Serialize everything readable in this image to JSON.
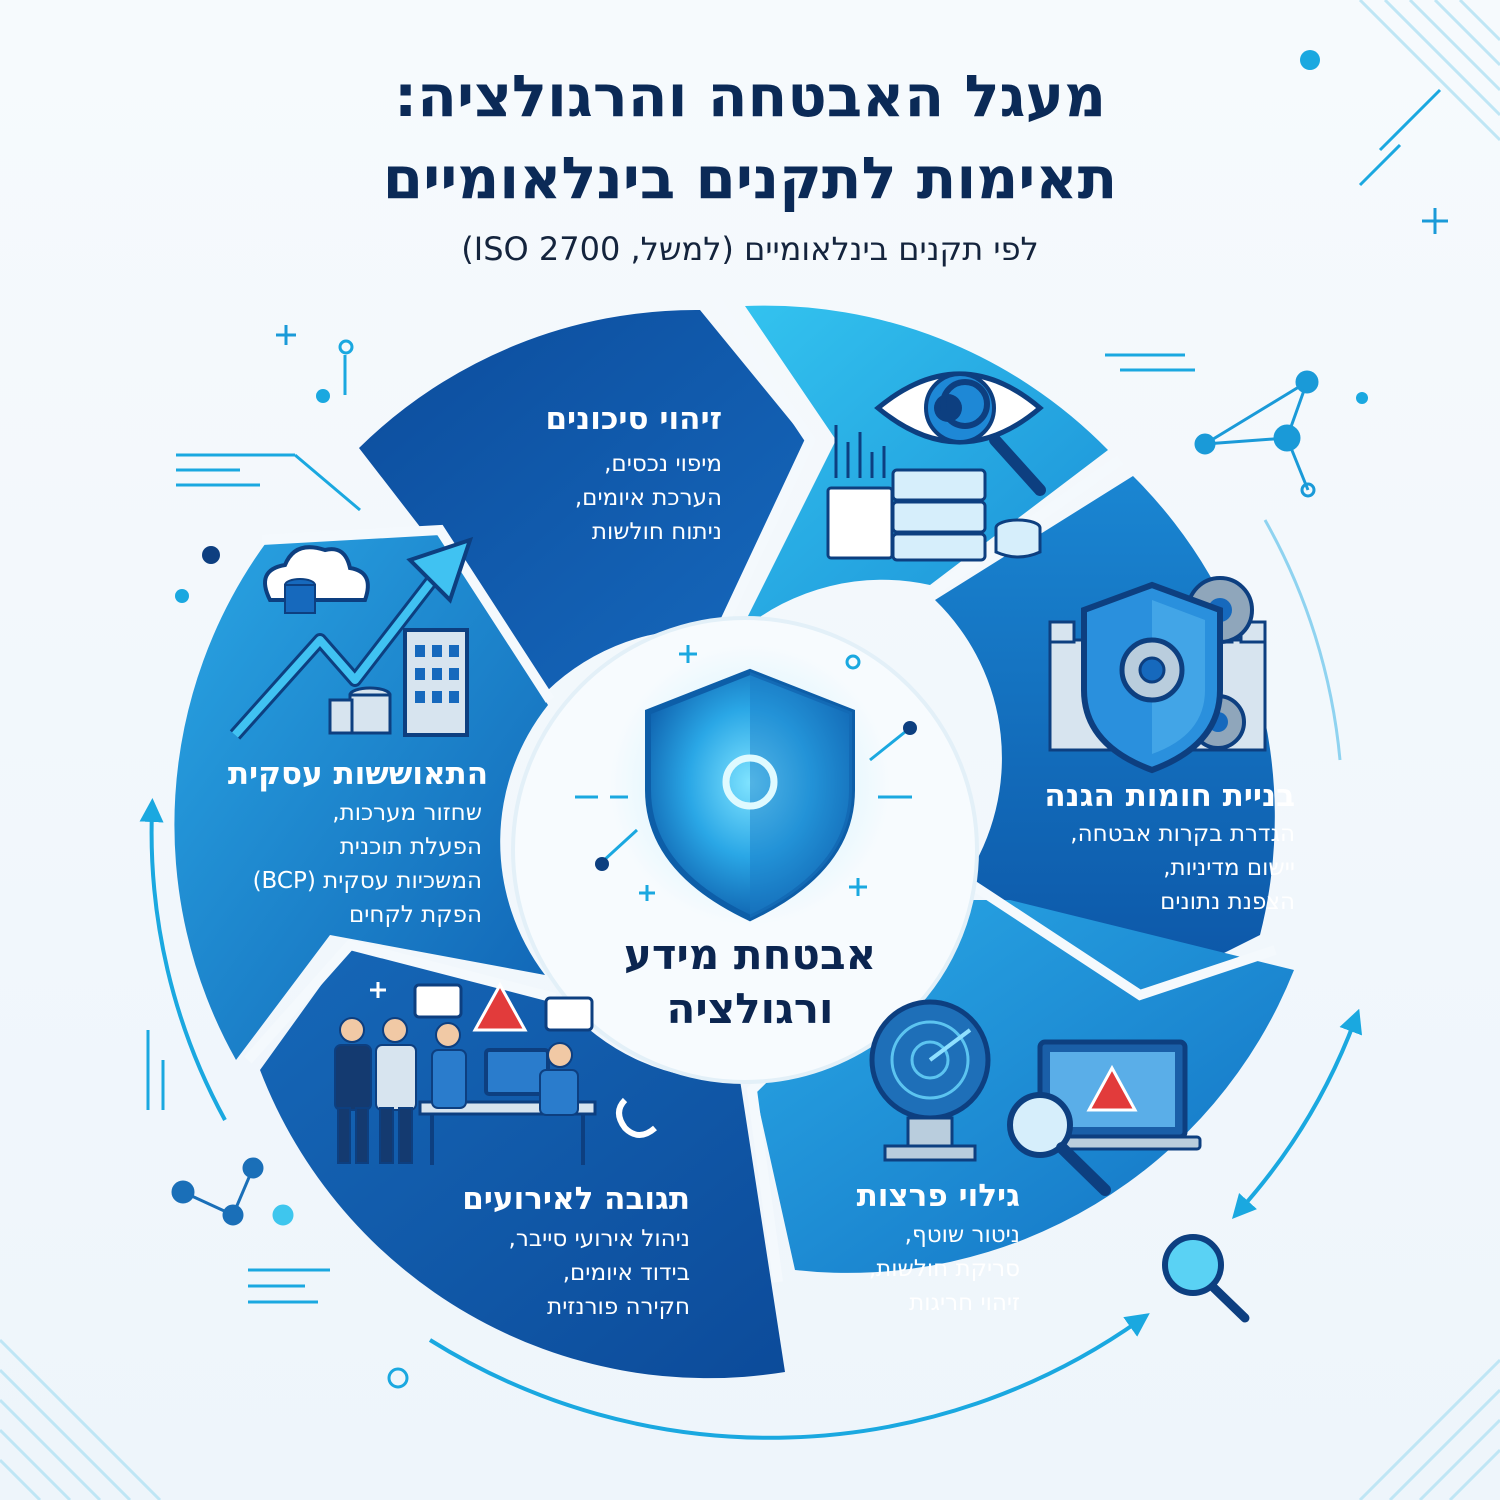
{
  "header": {
    "title_line1": "מעגל האבטחה והרגולציה:",
    "title_line2": "תאימות לתקנים בינלאומיים",
    "subtitle": "לפי תקנים בינלאומיים (למשל, ISO 2700)"
  },
  "center": {
    "line1": "אבטחת מידע",
    "line2": "ורגולציה",
    "icon": "shield-icon"
  },
  "segments": [
    {
      "id": "risk",
      "title": "זיהוי סיכונים",
      "items": [
        "מיפוי נכסים,",
        "הערכת איומים,",
        "ניתוח חולשות"
      ],
      "illustration": "eye-magnifier-servers-icon"
    },
    {
      "id": "defense",
      "title": "בניית חומות הגנה",
      "items": [
        "הגדרת בקרות אבטחה,",
        "יישום מדיניות,",
        "הצפנת נתונים"
      ],
      "illustration": "shield-gear-castle-icon"
    },
    {
      "id": "detection",
      "title": "גילוי פרצות",
      "items": [
        "ניטור שוטף,",
        "סריקת חולשות,",
        "זיהוי חריגות"
      ],
      "illustration": "radar-laptop-alert-icon"
    },
    {
      "id": "response",
      "title": "תגובה לאירועים",
      "items": [
        "ניהול אירועי סייבר,",
        "בידוד איומים,",
        "חקירה פורנזית"
      ],
      "illustration": "response-team-icon"
    },
    {
      "id": "recovery",
      "title": "התאוששות עסקית",
      "items": [
        "שחזור מערכות,",
        "הפעלת תוכנית",
        "המשכיות עסקית (BCP)",
        "הפקת לקחים"
      ],
      "illustration": "cloud-growth-buildings-icon"
    }
  ],
  "colors": {
    "title": "#0b2a57",
    "dark_blue": "#0d4fa0",
    "mid_blue": "#1677c8",
    "light_blue": "#2ab0e8",
    "cyan": "#3ec6ee",
    "center_text": "#0b2550"
  }
}
